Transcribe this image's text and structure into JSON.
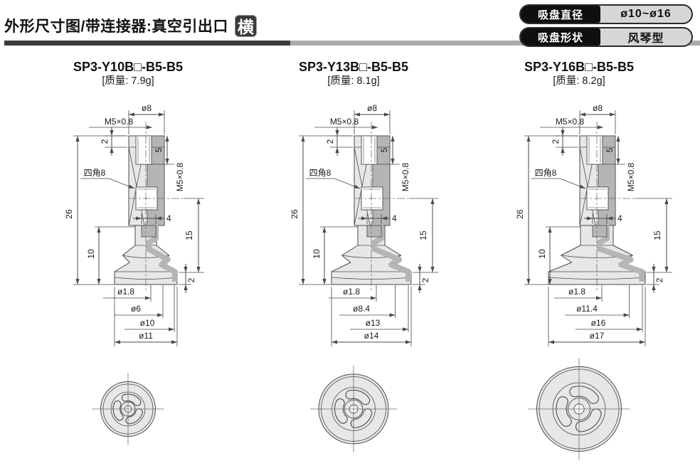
{
  "header": {
    "title": "外形尺寸图/带连接器:真空引出口",
    "title_badge": "横",
    "spec_badges": [
      {
        "label": "吸盘直径",
        "value": "ø10~ø16"
      },
      {
        "label": "吸盘形状",
        "value": "风琴型"
      }
    ]
  },
  "colors": {
    "body_fill": "#e7e7e7",
    "section_fill": "#b5b5b5",
    "line": "#4a4a4a",
    "centerline": "#6e6e6e",
    "bar_dark": "#3c3c3c",
    "bar_light": "#ababab"
  },
  "figures": [
    {
      "part_number": "SP3-Y10B□-B5-B5",
      "mass": "[质量: 7.9g]",
      "dims": {
        "top_dia": "ø8",
        "thread_top": "M5×0.8",
        "top_step": "2",
        "pocket_depth": "5",
        "thread_side": "M5×0.8",
        "square_label": "四角8",
        "overall_height": "26",
        "lower_height": "10",
        "port_width": "4",
        "side_height": "15",
        "lip_height": "2",
        "orifice": "ø1.8",
        "dia1": "ø6",
        "dia2": "ø10",
        "dia3": "ø11"
      }
    },
    {
      "part_number": "SP3-Y13B□-B5-B5",
      "mass": "[质量: 8.1g]",
      "dims": {
        "top_dia": "ø8",
        "thread_top": "M5×0.8",
        "top_step": "2",
        "pocket_depth": "5",
        "thread_side": "M5×0.8",
        "square_label": "四角8",
        "overall_height": "26",
        "lower_height": "10",
        "port_width": "4",
        "side_height": "15",
        "lip_height": "2",
        "orifice": "ø1.8",
        "dia1": "ø8.4",
        "dia2": "ø13",
        "dia3": "ø14"
      }
    },
    {
      "part_number": "SP3-Y16B□-B5-B5",
      "mass": "[质量: 8.2g]",
      "dims": {
        "top_dia": "ø8",
        "thread_top": "M5×0.8",
        "top_step": "2",
        "pocket_depth": "5",
        "thread_side": "M5×0.8",
        "square_label": "四角8",
        "overall_height": "26",
        "lower_height": "10",
        "port_width": "4",
        "side_height": "15",
        "lip_height": "2",
        "orifice": "ø1.8",
        "dia1": "ø11.4",
        "dia2": "ø16",
        "dia3": "ø17"
      }
    }
  ]
}
